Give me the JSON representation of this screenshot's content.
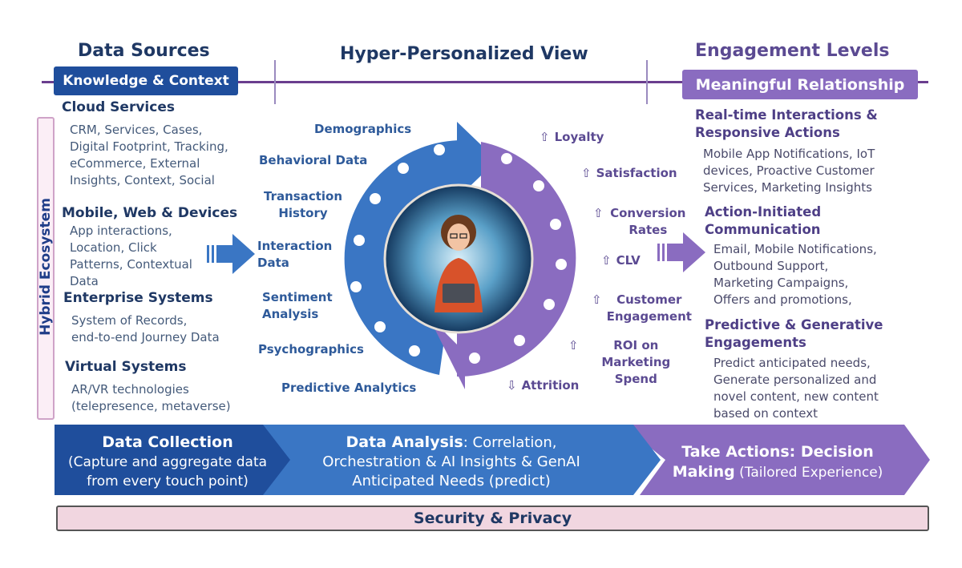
{
  "headers": {
    "data_sources": "Data Sources",
    "hyper_view": "Hyper-Personalized View",
    "engagement_levels": "Engagement Levels"
  },
  "banners": {
    "knowledge": "Knowledge & Context",
    "relationship": "Meaningful Relationship"
  },
  "side_label": "Hybrid Ecosystem",
  "left_sections": [
    {
      "title": "Cloud Services",
      "body": [
        "CRM, Services, Cases,",
        "Digital Footprint, Tracking,",
        "eCommerce, External",
        "Insights, Context, Social"
      ]
    },
    {
      "title": "Mobile, Web & Devices",
      "body": [
        "App interactions,",
        "Location, Click",
        "Patterns, Contextual",
        "Data"
      ]
    },
    {
      "title": "Enterprise Systems",
      "body": [
        "System of Records,",
        "end-to-end Journey Data"
      ]
    },
    {
      "title": "Virtual Systems",
      "body": [
        "AR/VR technologies",
        "(telepresence,  metaverse)"
      ]
    }
  ],
  "blue_labels": [
    "Demographics",
    "Behavioral Data",
    "Transaction History",
    "Interaction Data",
    "Sentiment Analysis",
    "Psychographics",
    "Predictive Analytics"
  ],
  "purple_labels": [
    {
      "arrow": "⇧",
      "text": "Loyalty"
    },
    {
      "arrow": "⇧",
      "text": "Satisfaction"
    },
    {
      "arrow": "⇧",
      "text": "Conversion Rates"
    },
    {
      "arrow": "⇧",
      "text": "CLV"
    },
    {
      "arrow": "⇧",
      "text": "Customer Engagement"
    },
    {
      "arrow": "⇧",
      "text": "ROI on Marketing Spend"
    },
    {
      "arrow": "⇩",
      "text": "Attrition"
    }
  ],
  "right_sections": [
    {
      "title": "Real-time Interactions & Responsive Actions",
      "body": [
        "Mobile App Notifications, IoT",
        "devices, Proactive Customer",
        "Services, Marketing Insights"
      ]
    },
    {
      "title": "Action-Initiated Communication",
      "body": [
        "Email, Mobile Notifications,",
        "Outbound Support,",
        "Marketing Campaigns,",
        "Offers and promotions,"
      ]
    },
    {
      "title": "Predictive & Generative Engagements",
      "body": [
        "Predict anticipated needs,",
        "Generate personalized and",
        "novel content, new content",
        "based on context"
      ]
    }
  ],
  "process": {
    "collection": {
      "title": "Data Collection",
      "line1": "(Capture and aggregate data",
      "line2": "from every touch point)"
    },
    "analysis": {
      "title": "Data Analysis",
      "rest": ": Correlation,",
      "line2": "Orchestration & AI Insights & GenAI",
      "line3": "Anticipated Needs (predict)"
    },
    "actions": {
      "title": "Take Actions: Decision",
      "title2": "Making",
      "sub": " (Tailored Experience)"
    }
  },
  "security": "Security & Privacy",
  "colors": {
    "navy": "#1f4e9c",
    "blue": "#3a76c4",
    "purple": "#8a6cc0",
    "pink": "#f1d6e0"
  }
}
